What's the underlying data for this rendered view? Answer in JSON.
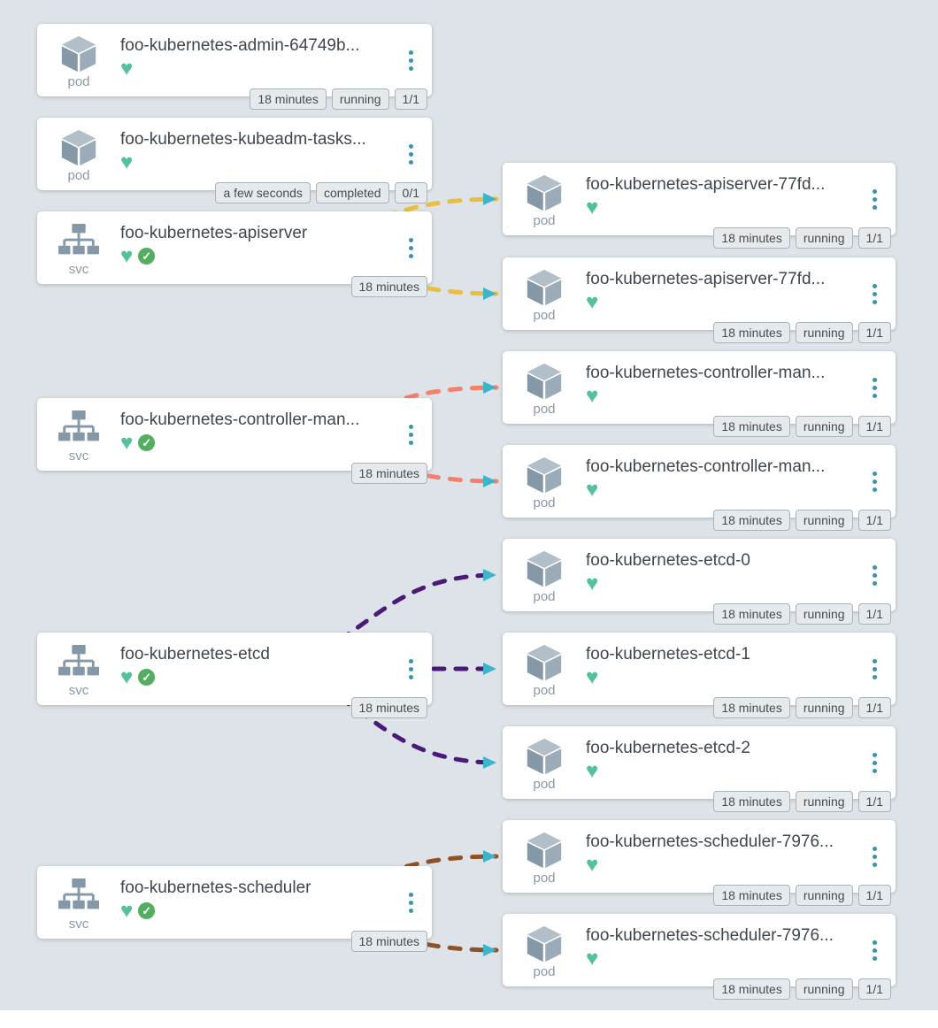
{
  "colors": {
    "background": "#dde3e8",
    "card": "#ffffff",
    "title_text": "#3e464e",
    "muted_text": "#8799a8",
    "icon_gray": "#8598a7",
    "badge_bg": "#e7eaec",
    "badge_border": "#a9b3ba",
    "badge_text": "#454c52",
    "heart_green": "#54c199",
    "check_green": "#53ae62",
    "menu_teal": "#3c93a8",
    "arrow_teal": "#3cb5ca",
    "edge_apiserver": "#e8bf3e",
    "edge_controller": "#f4806d",
    "edge_etcd": "#491a78",
    "edge_scheduler": "#8f5126"
  },
  "icons": {
    "heart_glyph": "♥",
    "check_glyph": "✓",
    "pod_icon": "cube-icon",
    "svc_icon": "network-tree-icon",
    "menu_icon": "kebab-dots-icon"
  },
  "nodes": [
    {
      "id": "pod-admin",
      "type": "pod",
      "type_label": "pod",
      "title": "foo-kubernetes-admin-64749b...",
      "badges": [
        "18 minutes",
        "running",
        "1/1"
      ]
    },
    {
      "id": "pod-kubeadm",
      "type": "pod",
      "type_label": "pod",
      "title": "foo-kubernetes-kubeadm-tasks...",
      "badges": [
        "a few seconds",
        "completed",
        "0/1"
      ]
    },
    {
      "id": "svc-apiserver",
      "type": "svc",
      "type_label": "svc",
      "title": "foo-kubernetes-apiserver",
      "badges": [
        "18 minutes"
      ]
    },
    {
      "id": "svc-controller",
      "type": "svc",
      "type_label": "svc",
      "title": "foo-kubernetes-controller-man...",
      "badges": [
        "18 minutes"
      ]
    },
    {
      "id": "svc-etcd",
      "type": "svc",
      "type_label": "svc",
      "title": "foo-kubernetes-etcd",
      "badges": [
        "18 minutes"
      ]
    },
    {
      "id": "svc-scheduler",
      "type": "svc",
      "type_label": "svc",
      "title": "foo-kubernetes-scheduler",
      "badges": [
        "18 minutes"
      ]
    },
    {
      "id": "pod-apiserver-1",
      "type": "pod",
      "type_label": "pod",
      "title": "foo-kubernetes-apiserver-77fd...",
      "badges": [
        "18 minutes",
        "running",
        "1/1"
      ]
    },
    {
      "id": "pod-apiserver-2",
      "type": "pod",
      "type_label": "pod",
      "title": "foo-kubernetes-apiserver-77fd...",
      "badges": [
        "18 minutes",
        "running",
        "1/1"
      ]
    },
    {
      "id": "pod-controller-1",
      "type": "pod",
      "type_label": "pod",
      "title": "foo-kubernetes-controller-man...",
      "badges": [
        "18 minutes",
        "running",
        "1/1"
      ]
    },
    {
      "id": "pod-controller-2",
      "type": "pod",
      "type_label": "pod",
      "title": "foo-kubernetes-controller-man...",
      "badges": [
        "18 minutes",
        "running",
        "1/1"
      ]
    },
    {
      "id": "pod-etcd-0",
      "type": "pod",
      "type_label": "pod",
      "title": "foo-kubernetes-etcd-0",
      "badges": [
        "18 minutes",
        "running",
        "1/1"
      ]
    },
    {
      "id": "pod-etcd-1",
      "type": "pod",
      "type_label": "pod",
      "title": "foo-kubernetes-etcd-1",
      "badges": [
        "18 minutes",
        "running",
        "1/1"
      ]
    },
    {
      "id": "pod-etcd-2",
      "type": "pod",
      "type_label": "pod",
      "title": "foo-kubernetes-etcd-2",
      "badges": [
        "18 minutes",
        "running",
        "1/1"
      ]
    },
    {
      "id": "pod-scheduler-1",
      "type": "pod",
      "type_label": "pod",
      "title": "foo-kubernetes-scheduler-7976...",
      "badges": [
        "18 minutes",
        "running",
        "1/1"
      ]
    },
    {
      "id": "pod-scheduler-2",
      "type": "pod",
      "type_label": "pod",
      "title": "foo-kubernetes-scheduler-7976...",
      "badges": [
        "18 minutes",
        "running",
        "1/1"
      ]
    }
  ],
  "edges": [
    {
      "source": "svc-apiserver",
      "target": "pod-apiserver-1",
      "color": "#e8bf3e"
    },
    {
      "source": "svc-apiserver",
      "target": "pod-apiserver-2",
      "color": "#e8bf3e"
    },
    {
      "source": "svc-controller",
      "target": "pod-controller-1",
      "color": "#f4806d"
    },
    {
      "source": "svc-controller",
      "target": "pod-controller-2",
      "color": "#f4806d"
    },
    {
      "source": "svc-etcd",
      "target": "pod-etcd-0",
      "color": "#491a78"
    },
    {
      "source": "svc-etcd",
      "target": "pod-etcd-1",
      "color": "#491a78"
    },
    {
      "source": "svc-etcd",
      "target": "pod-etcd-2",
      "color": "#491a78"
    },
    {
      "source": "svc-scheduler",
      "target": "pod-scheduler-1",
      "color": "#8f5126"
    },
    {
      "source": "svc-scheduler",
      "target": "pod-scheduler-2",
      "color": "#8f5126"
    }
  ]
}
